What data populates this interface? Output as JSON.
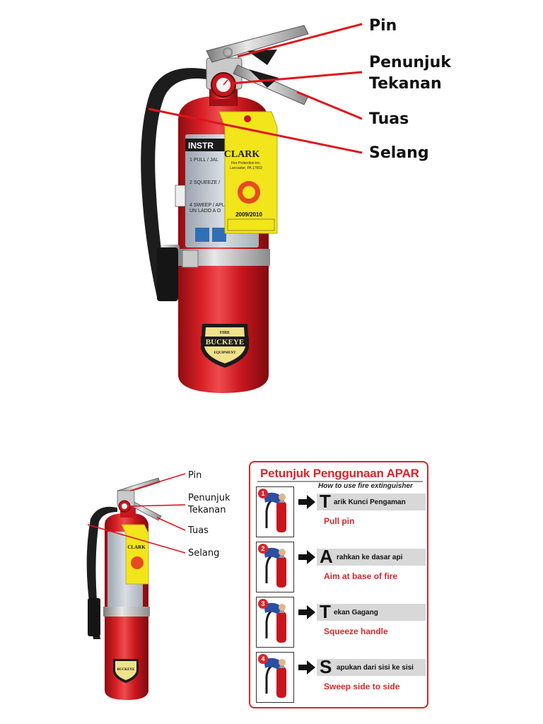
{
  "top_diagram": {
    "labels": {
      "pin": "Pin",
      "pressure_gauge": [
        "Penunjuk",
        "Tekanan"
      ],
      "lever": "Tuas",
      "hose": "Selang"
    },
    "tag": {
      "brand": "CLARK",
      "company": "Fire Protection Inc.",
      "city": "Lancaster, PA 17602",
      "year": "2009/2010"
    },
    "instruction_label": {
      "heading": "INSTR",
      "line1": "1 PULL / JAL",
      "line2": "2 SQUEEZE /",
      "line3": "4 SWEEP / APL",
      "line4": "UN LADO A O"
    },
    "shield": {
      "top": "FIRE",
      "brand": "BUCKEYE",
      "bottom": "EQUIPMENT"
    }
  },
  "bottom_diagram": {
    "labels": {
      "pin": "Pin",
      "pressure_gauge": [
        "Penunjuk",
        "Tekanan"
      ],
      "lever": "Tuas",
      "hose": "Selang"
    },
    "tag_brand": "CLARK",
    "shield_brand": "BUCKEYE"
  },
  "guide": {
    "title": "Petunjuk Penggunaan APAR",
    "subtitle": "How to use fire extinguisher",
    "steps": [
      {
        "number": "1",
        "initial": "T",
        "rest": "arik Kunci Pengaman",
        "english": "Pull pin"
      },
      {
        "number": "2",
        "initial": "A",
        "rest": "rahkan ke dasar api",
        "english": "Aim at base of fire"
      },
      {
        "number": "3",
        "initial": "T",
        "rest": "ekan Gagang",
        "english": "Squeeze handle"
      },
      {
        "number": "4",
        "initial": "S",
        "rest": "apukan dari sisi ke sisi",
        "english": "Sweep side to side"
      }
    ]
  },
  "colors": {
    "cylinder_red": "#c8161d",
    "callout_red": "#e0141b",
    "tag_yellow": "#f2e51c",
    "guide_red": "#d8262b"
  }
}
